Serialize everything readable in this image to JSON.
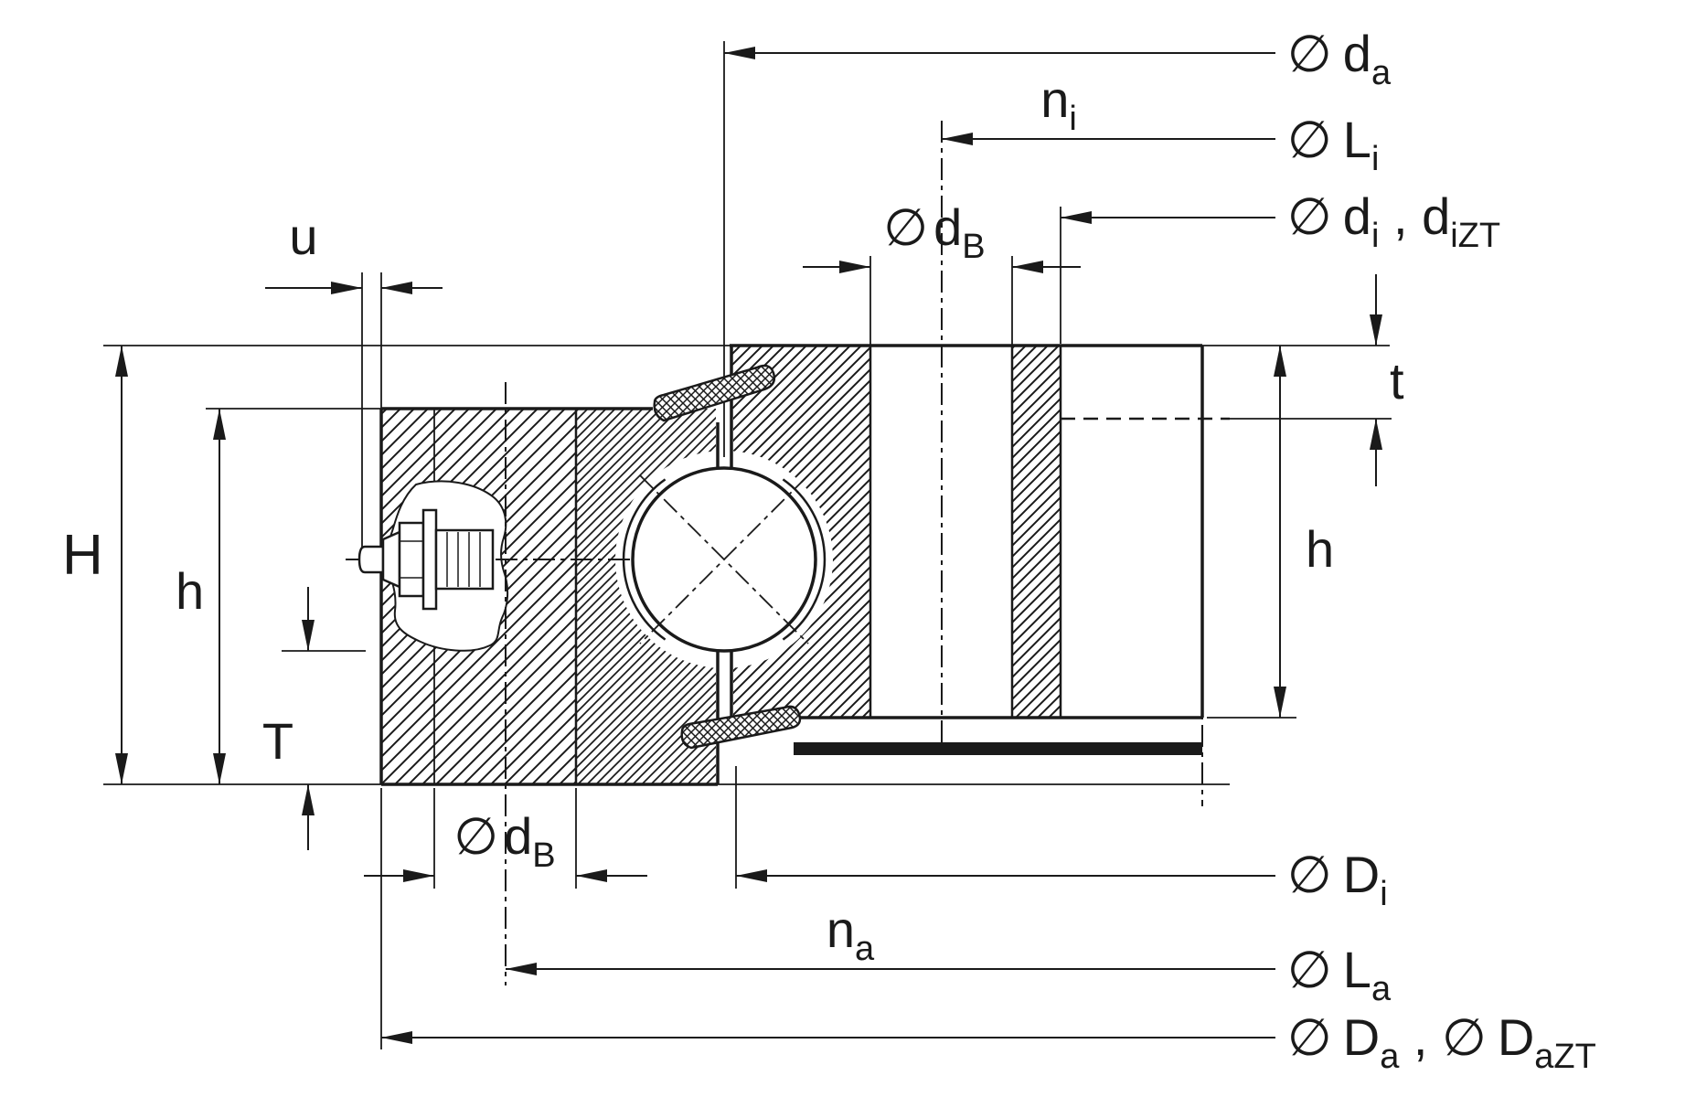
{
  "colors": {
    "ink": "#1a1a1a",
    "background": "#ffffff"
  },
  "labels": {
    "u": "u",
    "H": "H",
    "h_left": "h",
    "T": "T",
    "t": "t",
    "h_right": "h",
    "phi": "∅",
    "dB_main": "d",
    "dB_sub": "B",
    "na_main": "n",
    "na_sub": "a",
    "ni_main": "n",
    "ni_sub": "i",
    "da_main": "d",
    "da_sub": "a",
    "Li_main": "L",
    "Li_sub": "i",
    "di_main": "d",
    "di_sub": "i",
    "di_sep": " , ",
    "dizt_main": "d",
    "dizt_sub": "iZT",
    "Di_main": "D",
    "Di_sub": "i",
    "La_main": "L",
    "La_sub": "a",
    "Da_main": "D",
    "Da_sub": "a",
    "Da_sep": " , ",
    "Dazt_main": "D",
    "Dazt_sub": "aZT"
  }
}
